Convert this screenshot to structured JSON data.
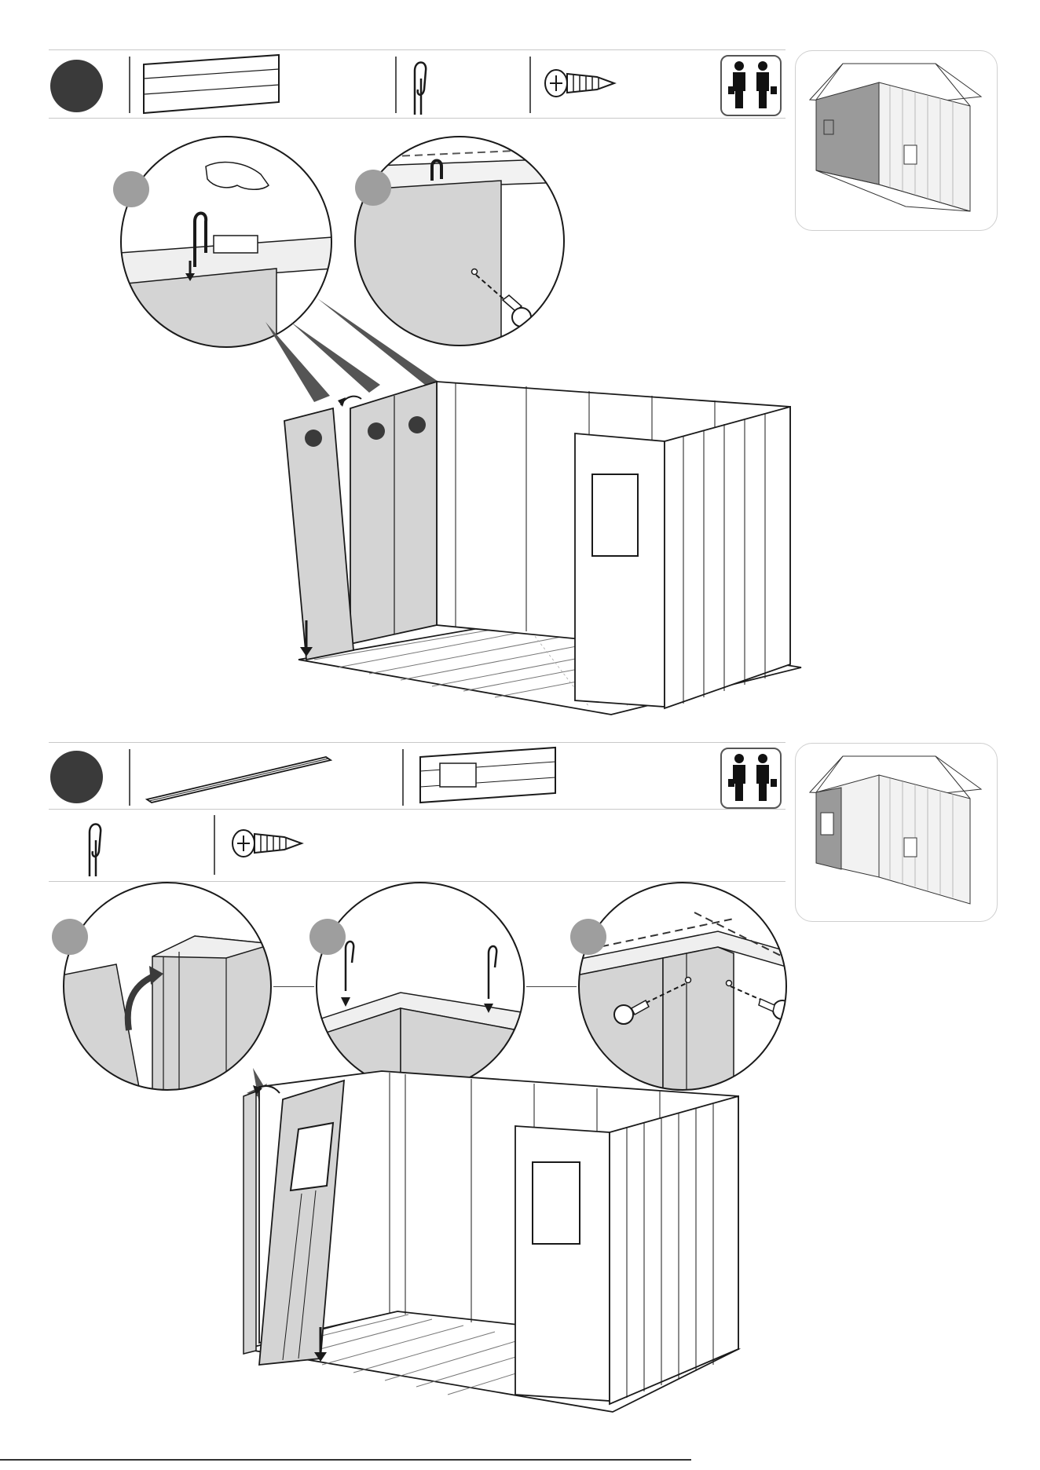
{
  "steps": [
    {
      "parts": [
        "wall-panel",
        "clip",
        "screw"
      ],
      "crew": "two-person-icon",
      "details": 2,
      "main_view_markers": 3
    },
    {
      "parts": [
        "connector-strip",
        "window-panel",
        "clip",
        "screw"
      ],
      "crew": "two-person-icon",
      "details": 3
    }
  ],
  "colors": {
    "step_badge": "#3a3a3a",
    "sub_badge": "#9e9e9e",
    "panel_fill": "#d4d4d4",
    "line": "#1a1a1a"
  }
}
